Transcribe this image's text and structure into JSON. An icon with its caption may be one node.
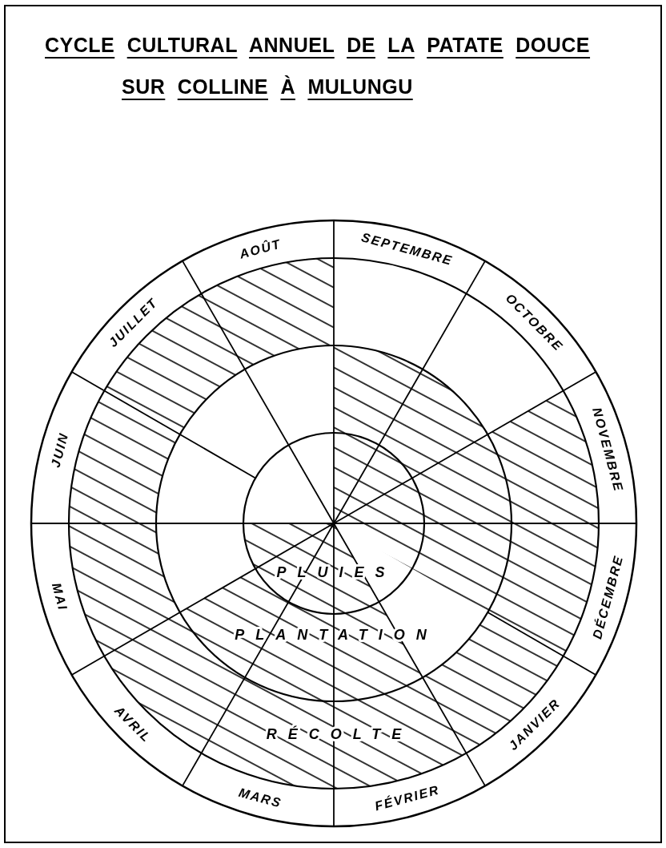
{
  "diagram": {
    "title": "CYCLE CULTURAL ANNUEL DE LA PATATE DOUCE SUR COLLINE À MULUNGU",
    "labels": [
      "SEPTEMBRE",
      "OCTOBRE",
      "NOVEMBRE",
      "DÉCEMBRE",
      "JANVIER",
      "FÉVRIER",
      "MARS",
      "AVRIL",
      "MAI",
      "JUIN",
      "JUILLET",
      "AOÛT",
      "PLUIES",
      "PLANTATION",
      "RÉCOLTE"
    ]
  }
}
